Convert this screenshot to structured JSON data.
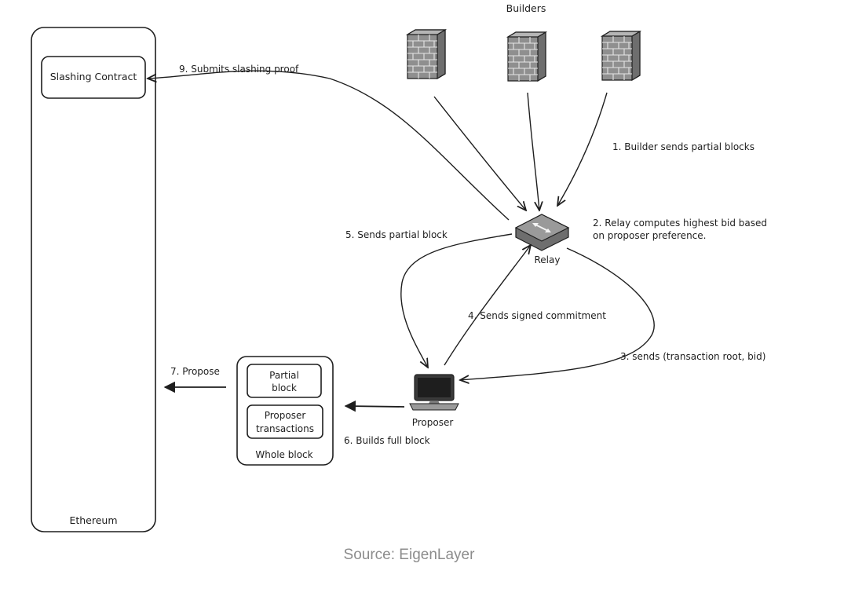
{
  "labels": {
    "builders": "Builders",
    "slashing_contract": "Slashing Contract",
    "ethereum": "Ethereum",
    "relay": "Relay",
    "proposer": "Proposer",
    "partial_block_line1": "Partial",
    "partial_block_line2": "block",
    "proposer_tx_line1": "Proposer",
    "proposer_tx_line2": "transactions",
    "whole_block": "Whole block"
  },
  "steps": {
    "step1": "1. Builder sends partial blocks",
    "step2_line1": "2. Relay computes highest bid based",
    "step2_line2": "on proposer preference.",
    "step3": "3. sends (transaction root, bid)",
    "step4": "4. Sends signed commitment",
    "step5": "5. Sends partial block",
    "step6": "6. Builds full block",
    "step7": "7. Propose",
    "step9": "9. Submits slashing proof"
  },
  "caption": "Source: EigenLayer",
  "icons": {
    "builder": "brick-wall-icon",
    "relay": "router-icon",
    "proposer": "computer-icon"
  },
  "colors": {
    "stroke": "#1e1e1e",
    "brick_face": "#8f8f8f",
    "brick_side": "#6e6e6e",
    "relay_top": "#9a9a9a",
    "caption": "#8c8c8c"
  }
}
